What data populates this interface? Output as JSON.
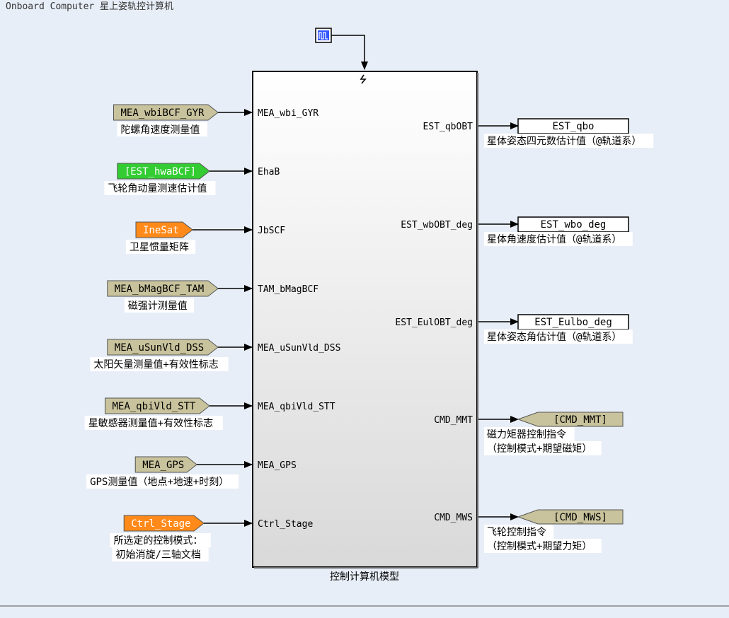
{
  "window": {
    "title": "Onboard Computer 星上姿轨控计算机"
  },
  "colors": {
    "background": "#e8eef7",
    "tag_khaki": "#c8c39c",
    "tag_green": "#33cc33",
    "tag_orange": "#ff8a1a",
    "block_top": "#ffffff",
    "block_bottom": "#dcdcdc",
    "label_bg": "#ffffff",
    "clock_fill": "#3355ff"
  },
  "block": {
    "name": "控制计算机模型",
    "trigger_icon": "trigger-icon"
  },
  "inputs": [
    {
      "tag": "MEA_wbiBCF_GYR",
      "port": "MEA_wbi_GYR",
      "caption": [
        "陀螺角速度测量值"
      ],
      "color": "#c8c39c",
      "text_color": "#000000"
    },
    {
      "tag": "[EST_hwaBCF]",
      "port": "EhaB",
      "caption": [
        "飞轮角动量测速估计值"
      ],
      "color": "#33cc33",
      "text_color": "#ffffff"
    },
    {
      "tag": "IneSat",
      "port": "JbSCF",
      "caption": [
        "卫星惯量矩阵"
      ],
      "color": "#ff8a1a",
      "text_color": "#ffffff"
    },
    {
      "tag": "MEA_bMagBCF_TAM",
      "port": "TAM_bMagBCF",
      "caption": [
        "磁强计测量值"
      ],
      "color": "#c8c39c",
      "text_color": "#000000"
    },
    {
      "tag": "MEA_uSunVld_DSS",
      "port": "MEA_uSunVld_DSS",
      "caption": [
        "太阳矢量测量值+有效性标志"
      ],
      "color": "#c8c39c",
      "text_color": "#000000"
    },
    {
      "tag": "MEA_qbiVld_STT",
      "port": "MEA_qbiVld_STT",
      "caption": [
        "星敏感器测量值+有效性标志"
      ],
      "color": "#c8c39c",
      "text_color": "#000000"
    },
    {
      "tag": "MEA_GPS",
      "port": "MEA_GPS",
      "caption": [
        "GPS测量值（地点+地速+时刻）"
      ],
      "color": "#c8c39c",
      "text_color": "#000000"
    },
    {
      "tag": "Ctrl_Stage",
      "port": "Ctrl_Stage",
      "caption": [
        "所选定的控制模式：",
        "初始消旋/三轴文档"
      ],
      "color": "#ff8a1a",
      "text_color": "#ffffff"
    }
  ],
  "outputs": [
    {
      "port": "EST_qbOBT",
      "tag": "EST_qbo",
      "kind": "outport",
      "caption": [
        "星体姿态四元数估计值（@轨道系）"
      ]
    },
    {
      "port": "EST_wbOBT_deg",
      "tag": "EST_wbo_deg",
      "kind": "outport",
      "caption": [
        "星体角速度估计值（@轨道系）"
      ]
    },
    {
      "port": "EST_EulOBT_deg",
      "tag": "EST_Eulbo_deg",
      "kind": "outport",
      "caption": [
        "星体姿态角估计值（@轨道系）"
      ]
    },
    {
      "port": "CMD_MMT",
      "tag": "[CMD_MMT]",
      "kind": "goto",
      "caption": [
        "磁力矩器控制指令",
        "（控制模式+期望磁矩）"
      ]
    },
    {
      "port": "CMD_MWS",
      "tag": "[CMD_MWS]",
      "kind": "goto",
      "caption": [
        "飞轮控制指令",
        "（控制模式+期望力矩）"
      ]
    }
  ]
}
